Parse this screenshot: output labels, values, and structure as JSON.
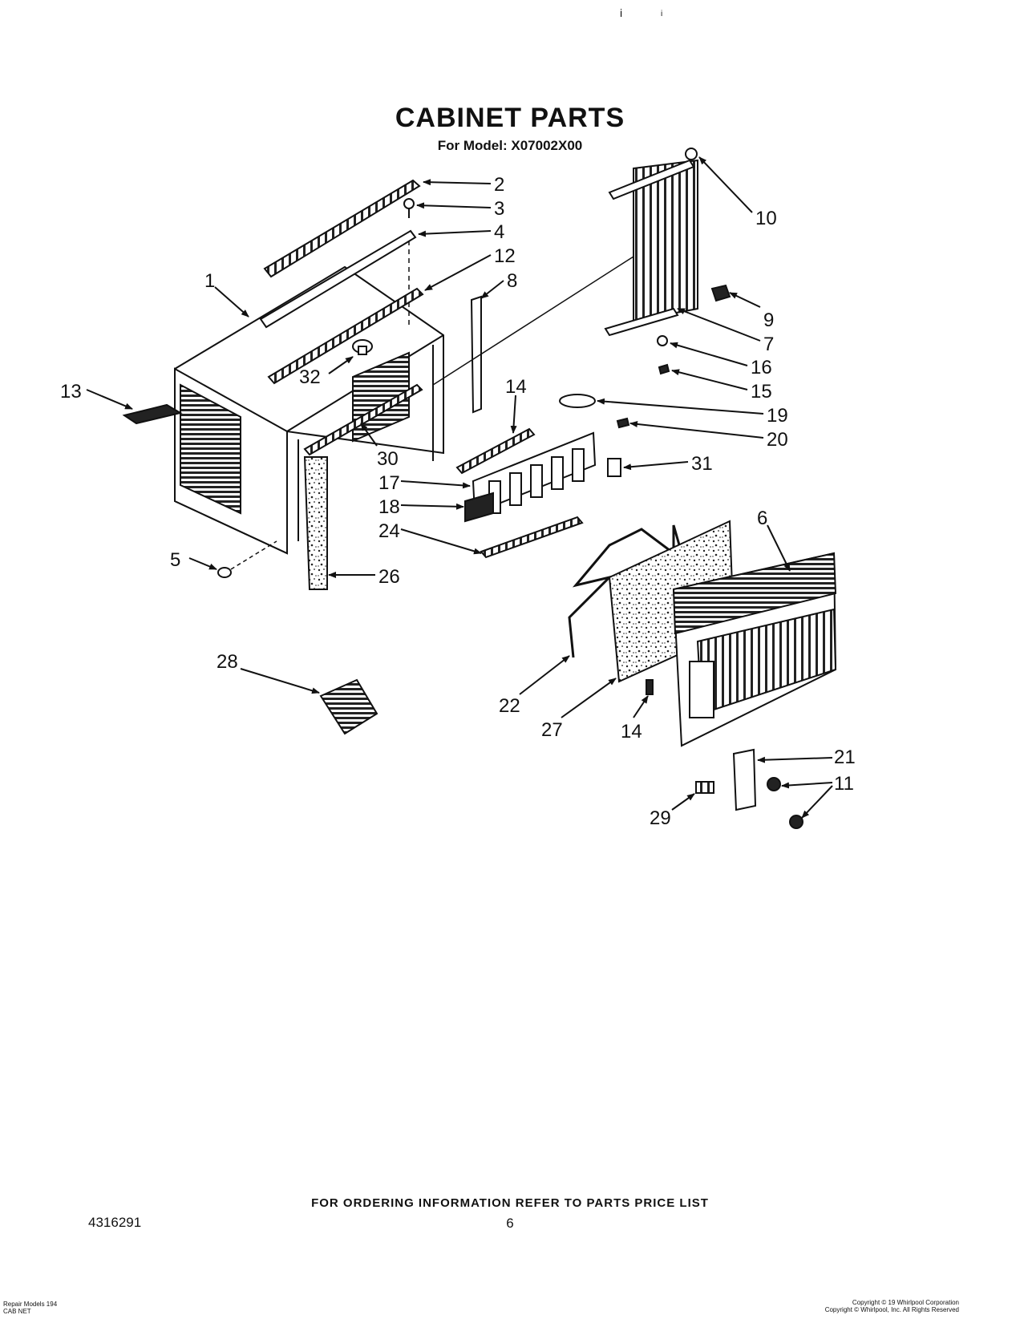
{
  "header": {
    "title": "CABINET PARTS",
    "subtitle": "For Model: X07002X00"
  },
  "callouts": [
    {
      "id": "c2",
      "label": "2"
    },
    {
      "id": "c3",
      "label": "3"
    },
    {
      "id": "c4",
      "label": "4"
    },
    {
      "id": "c12",
      "label": "12"
    },
    {
      "id": "c8",
      "label": "8"
    },
    {
      "id": "c1",
      "label": "1"
    },
    {
      "id": "c10",
      "label": "10"
    },
    {
      "id": "c9",
      "label": "9"
    },
    {
      "id": "c7",
      "label": "7"
    },
    {
      "id": "c16",
      "label": "16"
    },
    {
      "id": "c15",
      "label": "15"
    },
    {
      "id": "c19",
      "label": "19"
    },
    {
      "id": "c20",
      "label": "20"
    },
    {
      "id": "c31",
      "label": "31"
    },
    {
      "id": "c13",
      "label": "13"
    },
    {
      "id": "c32",
      "label": "32"
    },
    {
      "id": "c14a",
      "label": "14"
    },
    {
      "id": "c30",
      "label": "30"
    },
    {
      "id": "c17",
      "label": "17"
    },
    {
      "id": "c18",
      "label": "18"
    },
    {
      "id": "c24",
      "label": "24"
    },
    {
      "id": "c5",
      "label": "5"
    },
    {
      "id": "c26",
      "label": "26"
    },
    {
      "id": "c6",
      "label": "6"
    },
    {
      "id": "c28",
      "label": "28"
    },
    {
      "id": "c22",
      "label": "22"
    },
    {
      "id": "c27",
      "label": "27"
    },
    {
      "id": "c14b",
      "label": "14"
    },
    {
      "id": "c21",
      "label": "21"
    },
    {
      "id": "c11",
      "label": "11"
    },
    {
      "id": "c29",
      "label": "29"
    }
  ],
  "footer": {
    "ordering_info": "FOR ORDERING INFORMATION REFER TO PARTS PRICE LIST",
    "doc_number": "4316291",
    "page_number": "6",
    "small_left": [
      "Repair Models 194",
      "CAB NET"
    ],
    "small_right": [
      "Copyright © 19 Whirlpool Corporation",
      "Copyright © Whirlpool, Inc. All Rights Reserved"
    ]
  },
  "top_marks": [
    "i",
    "i"
  ]
}
